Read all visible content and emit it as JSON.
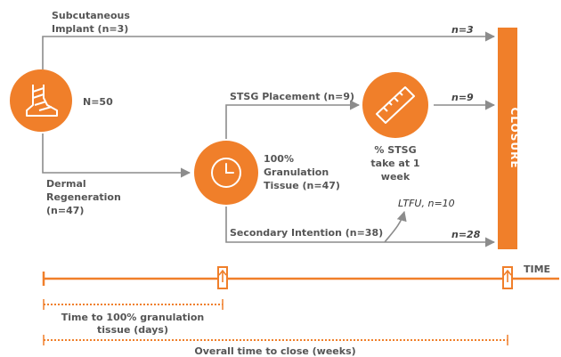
{
  "colors": {
    "accent": "#F07F2A",
    "line": "#8C8C8C",
    "text": "#555555"
  },
  "start": {
    "icon": "foot-bandage-icon",
    "label": "N=50"
  },
  "branches": {
    "subcutaneous": {
      "line1": "Subcutaneous",
      "line2": "Implant (n=3)",
      "end": "n=3"
    },
    "dermal": {
      "line1": "Dermal",
      "line2": "Regeneration",
      "line3": "(n=47)"
    }
  },
  "granulation": {
    "icon": "clock-icon",
    "line1": "100%",
    "line2": "Granulation",
    "line3": "Tissue (n=47)"
  },
  "stsg": {
    "label": "STSG Placement (n=9)",
    "icon": "ruler-icon",
    "take_line1": "% STSG",
    "take_line2": "take at 1",
    "take_line3": "week",
    "end": "n=9"
  },
  "secondary": {
    "label": "Secondary Intention (n=38)",
    "ltfu": "LTFU, n=10",
    "end": "n=28"
  },
  "closure": "CLOSURE",
  "timeline": {
    "label": "TIME",
    "span1_line1": "Time to 100% granulation",
    "span1_line2": "tissue (days)",
    "span2": "Overall time to close (weeks)"
  }
}
